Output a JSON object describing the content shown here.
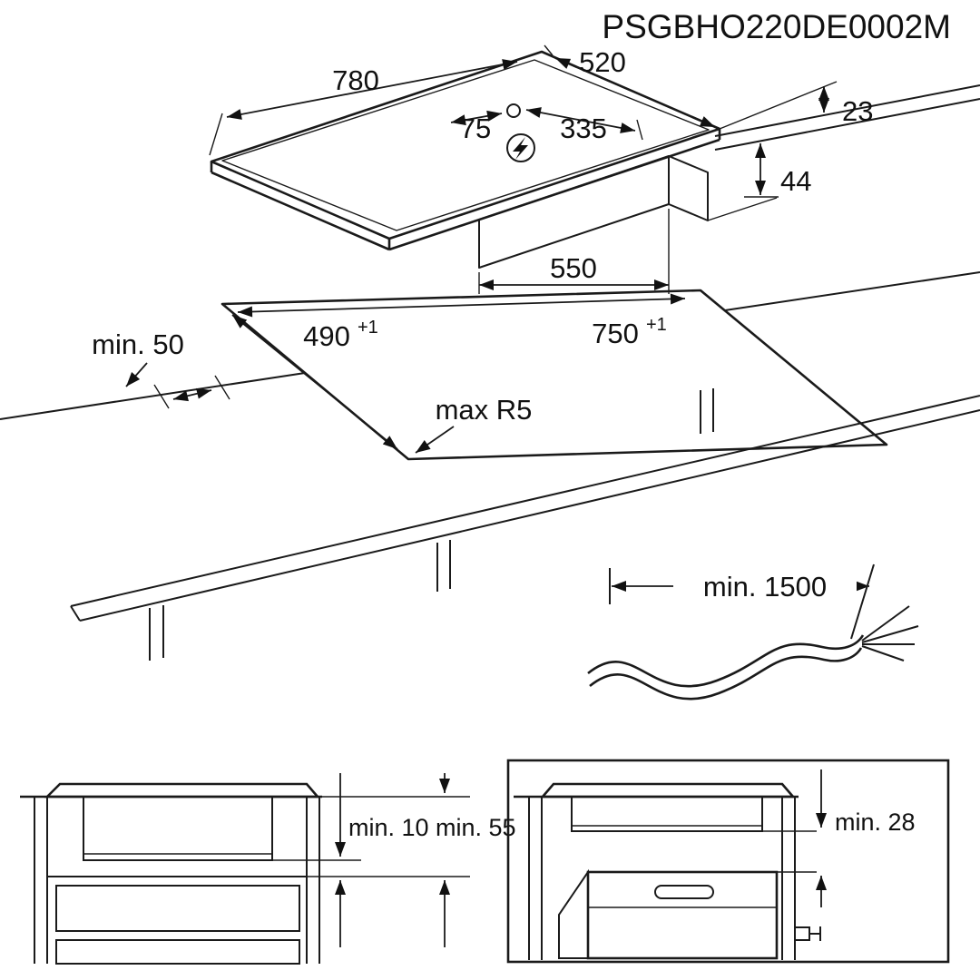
{
  "title": "PSGBHO220DE0002M",
  "colors": {
    "line": "#1a1a1a",
    "text": "#111111",
    "background": "#ffffff"
  },
  "icons": {
    "power": "lightning-bolt-in-circle",
    "connection_point": "small-circle"
  },
  "hob": {
    "width": "780",
    "depth": "520",
    "power_offset_a": "75",
    "power_offset_b": "335",
    "height_above_worktop": "23",
    "height_below_worktop": "44",
    "casing_width": "550"
  },
  "cutout": {
    "side_clearance": "min. 50",
    "depth": "490",
    "depth_tolerance": "+1",
    "width": "750",
    "width_tolerance": "+1",
    "corner_radius": "max R5"
  },
  "cable": {
    "length": "min. 1500"
  },
  "drawer_section": {
    "casing_clearance": "min. 10",
    "worktop_clearance": "min. 55"
  },
  "oven_section": {
    "oven_clearance": "min. 28"
  }
}
